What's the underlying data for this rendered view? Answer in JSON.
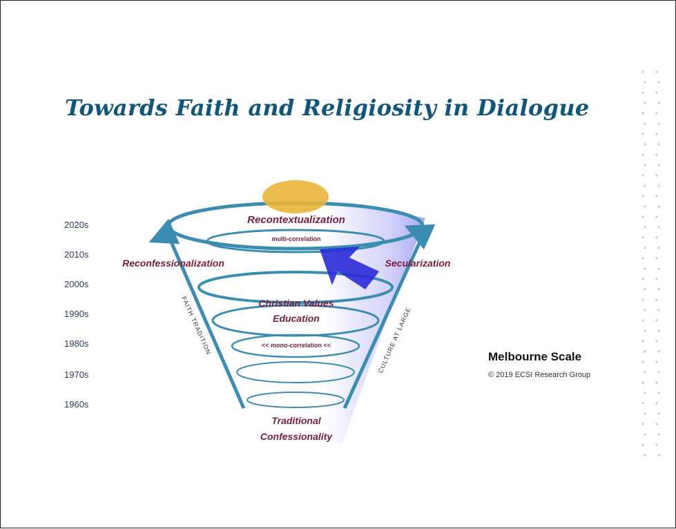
{
  "slide": {
    "title": "Towards Faith and Religiosity in Dialogue"
  },
  "decades": [
    "2020s",
    "2010s",
    "2000s",
    "1990s",
    "1980s",
    "1970s",
    "1960s"
  ],
  "diagram": {
    "top_label": "Recontextualization",
    "top_sub": "multi-correlation",
    "left_label": "Reconfessionalization",
    "right_label": "Secularization",
    "middle_label_1": "Christian Values",
    "middle_label_2": "Education",
    "mono": "<< mono-correlation <<",
    "bottom_label_1": "Traditional",
    "bottom_label_2": "Confessionality",
    "left_axis": "FAITH TRADITION",
    "right_axis": "CULTURE AT LARGE"
  },
  "credit": {
    "title": "Melbourne Scale",
    "subtitle": "© 2019 ECSI Research Group"
  },
  "colors": {
    "title": "#10557a",
    "spiral": "#3a8db0",
    "label": "#7a1d3c",
    "highlight": "#e9b53a",
    "arrow": "#2a2ad8"
  }
}
